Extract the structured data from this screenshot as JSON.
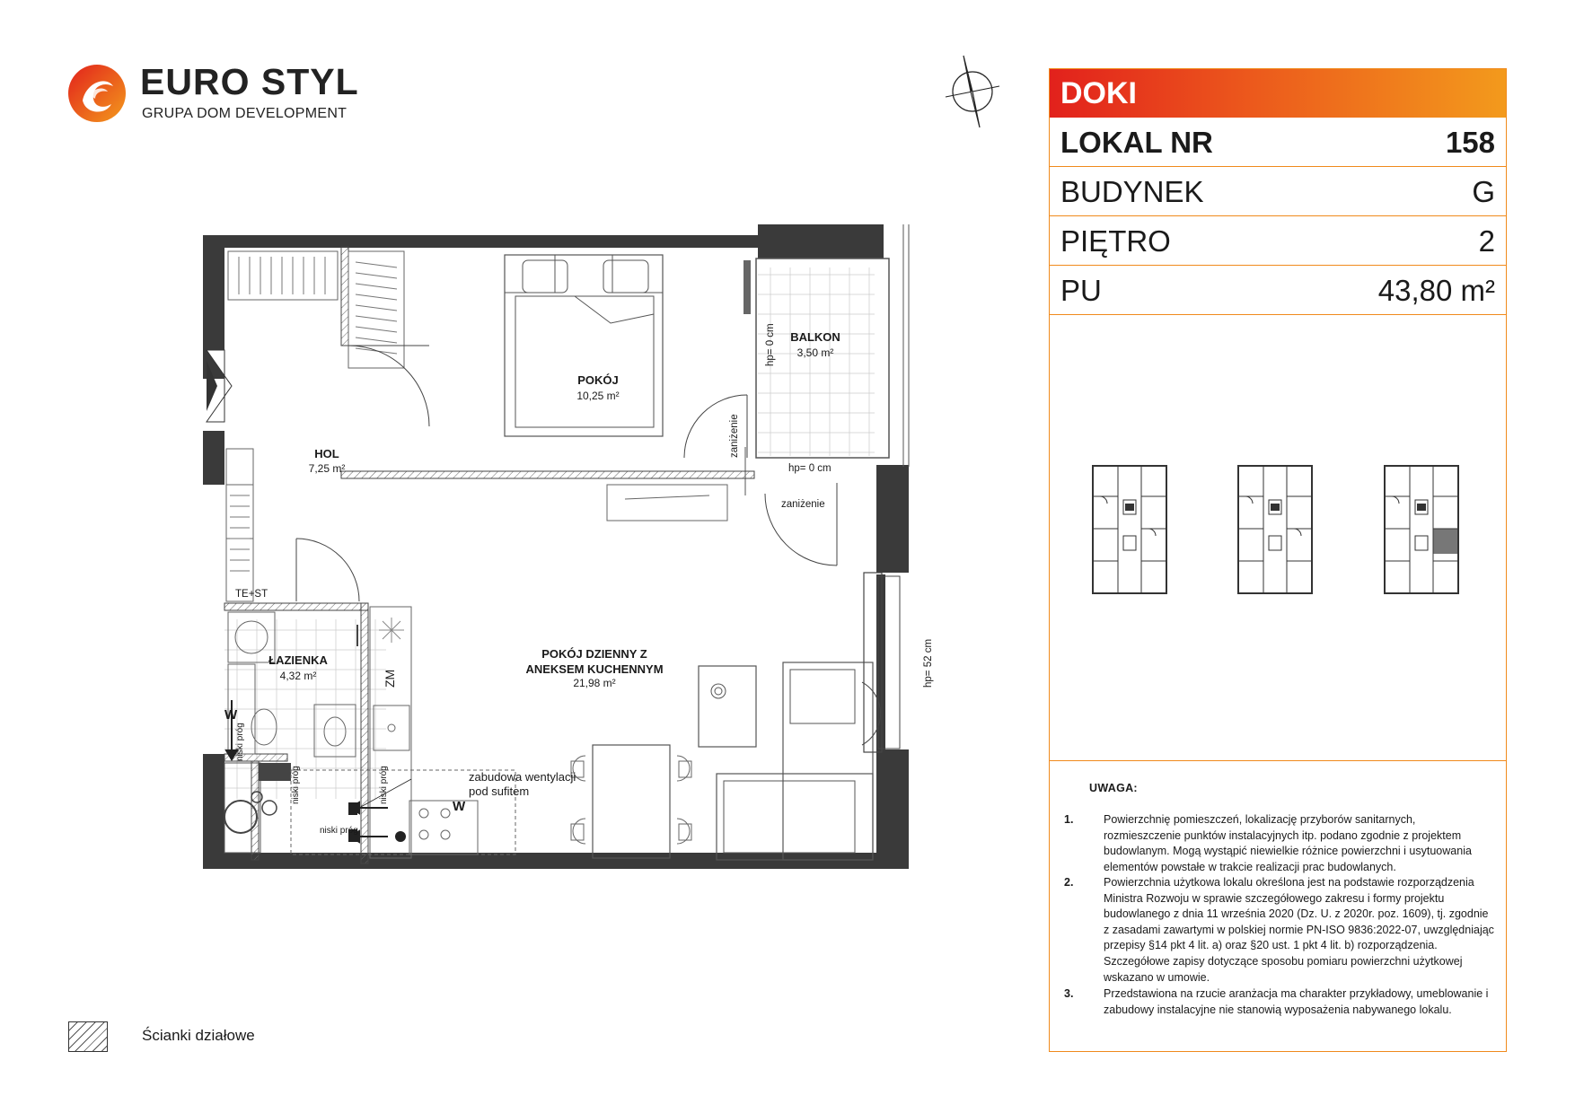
{
  "brand": {
    "name": "EURO STYL",
    "subtitle": "GRUPA DOM DEVELOPMENT",
    "colors": {
      "orange": "#f08a1c",
      "red": "#e2211c"
    }
  },
  "compass": {
    "icon": "north-arrow-icon"
  },
  "panel": {
    "header": "DOKI",
    "rows": [
      {
        "label": "LOKAL NR",
        "value": "158"
      },
      {
        "label": "BUDYNEK",
        "value": "G"
      },
      {
        "label": "PIĘTRO",
        "value": "2"
      },
      {
        "label": "PU",
        "value": "43,80 m²"
      }
    ],
    "notes_title": "UWAGA:",
    "notes": [
      {
        "num": "1.",
        "text": "Powierzchnię pomieszczeń, lokalizację przyborów sanitarnych, rozmieszczenie punktów instalacyjnych itp. podano zgodnie z projektem budowlanym. Mogą wystąpić niewielkie różnice powierzchni i usytuowania elementów powstałe w trakcie realizacji prac budowlanych."
      },
      {
        "num": "2.",
        "text": "Powierzchnia użytkowa lokalu określona jest na podstawie rozporządzenia Ministra Rozwoju w sprawie szczegółowego zakresu i formy projektu budowlanego z dnia 11 września 2020 (Dz. U. z 2020r. poz. 1609), tj. zgodnie z zasadami zawartymi w polskiej normie PN-ISO 9836:2022-07, uwzględniając przepisy §14 pkt 4 lit. a) oraz §20 ust. 1 pkt 4 lit. b) rozporządzenia. Szczegółowe zapisy dotyczące sposobu pomiaru powierzchni użytkowej wskazano w umowie."
      },
      {
        "num": "3.",
        "text": "Przedstawiona na rzucie aranżacja ma charakter przykładowy, umeblowanie i zabudowy instalacyjne nie stanowią wyposażenia nabywanego lokalu."
      }
    ]
  },
  "plan": {
    "rooms": [
      {
        "name": "POKÓJ",
        "area": "10,25 m²"
      },
      {
        "name": "BALKON",
        "area": "3,50 m²"
      },
      {
        "name": "HOL",
        "area": "7,25 m²"
      },
      {
        "name": "ŁAZIENKA",
        "area": "4,32 m²"
      },
      {
        "name": "POKÓJ DZIENNY Z\nANEKSEM KUCHENNYM",
        "area": "21,98 m²"
      }
    ],
    "annotations": {
      "hp_balcony_vertical": "hp= 0 cm",
      "hp_balcony_door": "hp= 0 cm",
      "hp_window": "hp= 52 cm",
      "lowering_1": "zaniżenie",
      "lowering_2": "zaniżenie",
      "te_st": "TE+ST",
      "zm": "ZM",
      "ventilation_line1": "zabudowa wentylacji",
      "ventilation_line2": "pod sufitem",
      "low_threshold_1": "niski próg",
      "low_threshold_2": "niski próg",
      "low_threshold_3": "niski próg",
      "low_threshold_4": "niski próg",
      "water_1": "W",
      "water_2": "W"
    }
  },
  "legend": {
    "label": "Ścianki działowe"
  }
}
